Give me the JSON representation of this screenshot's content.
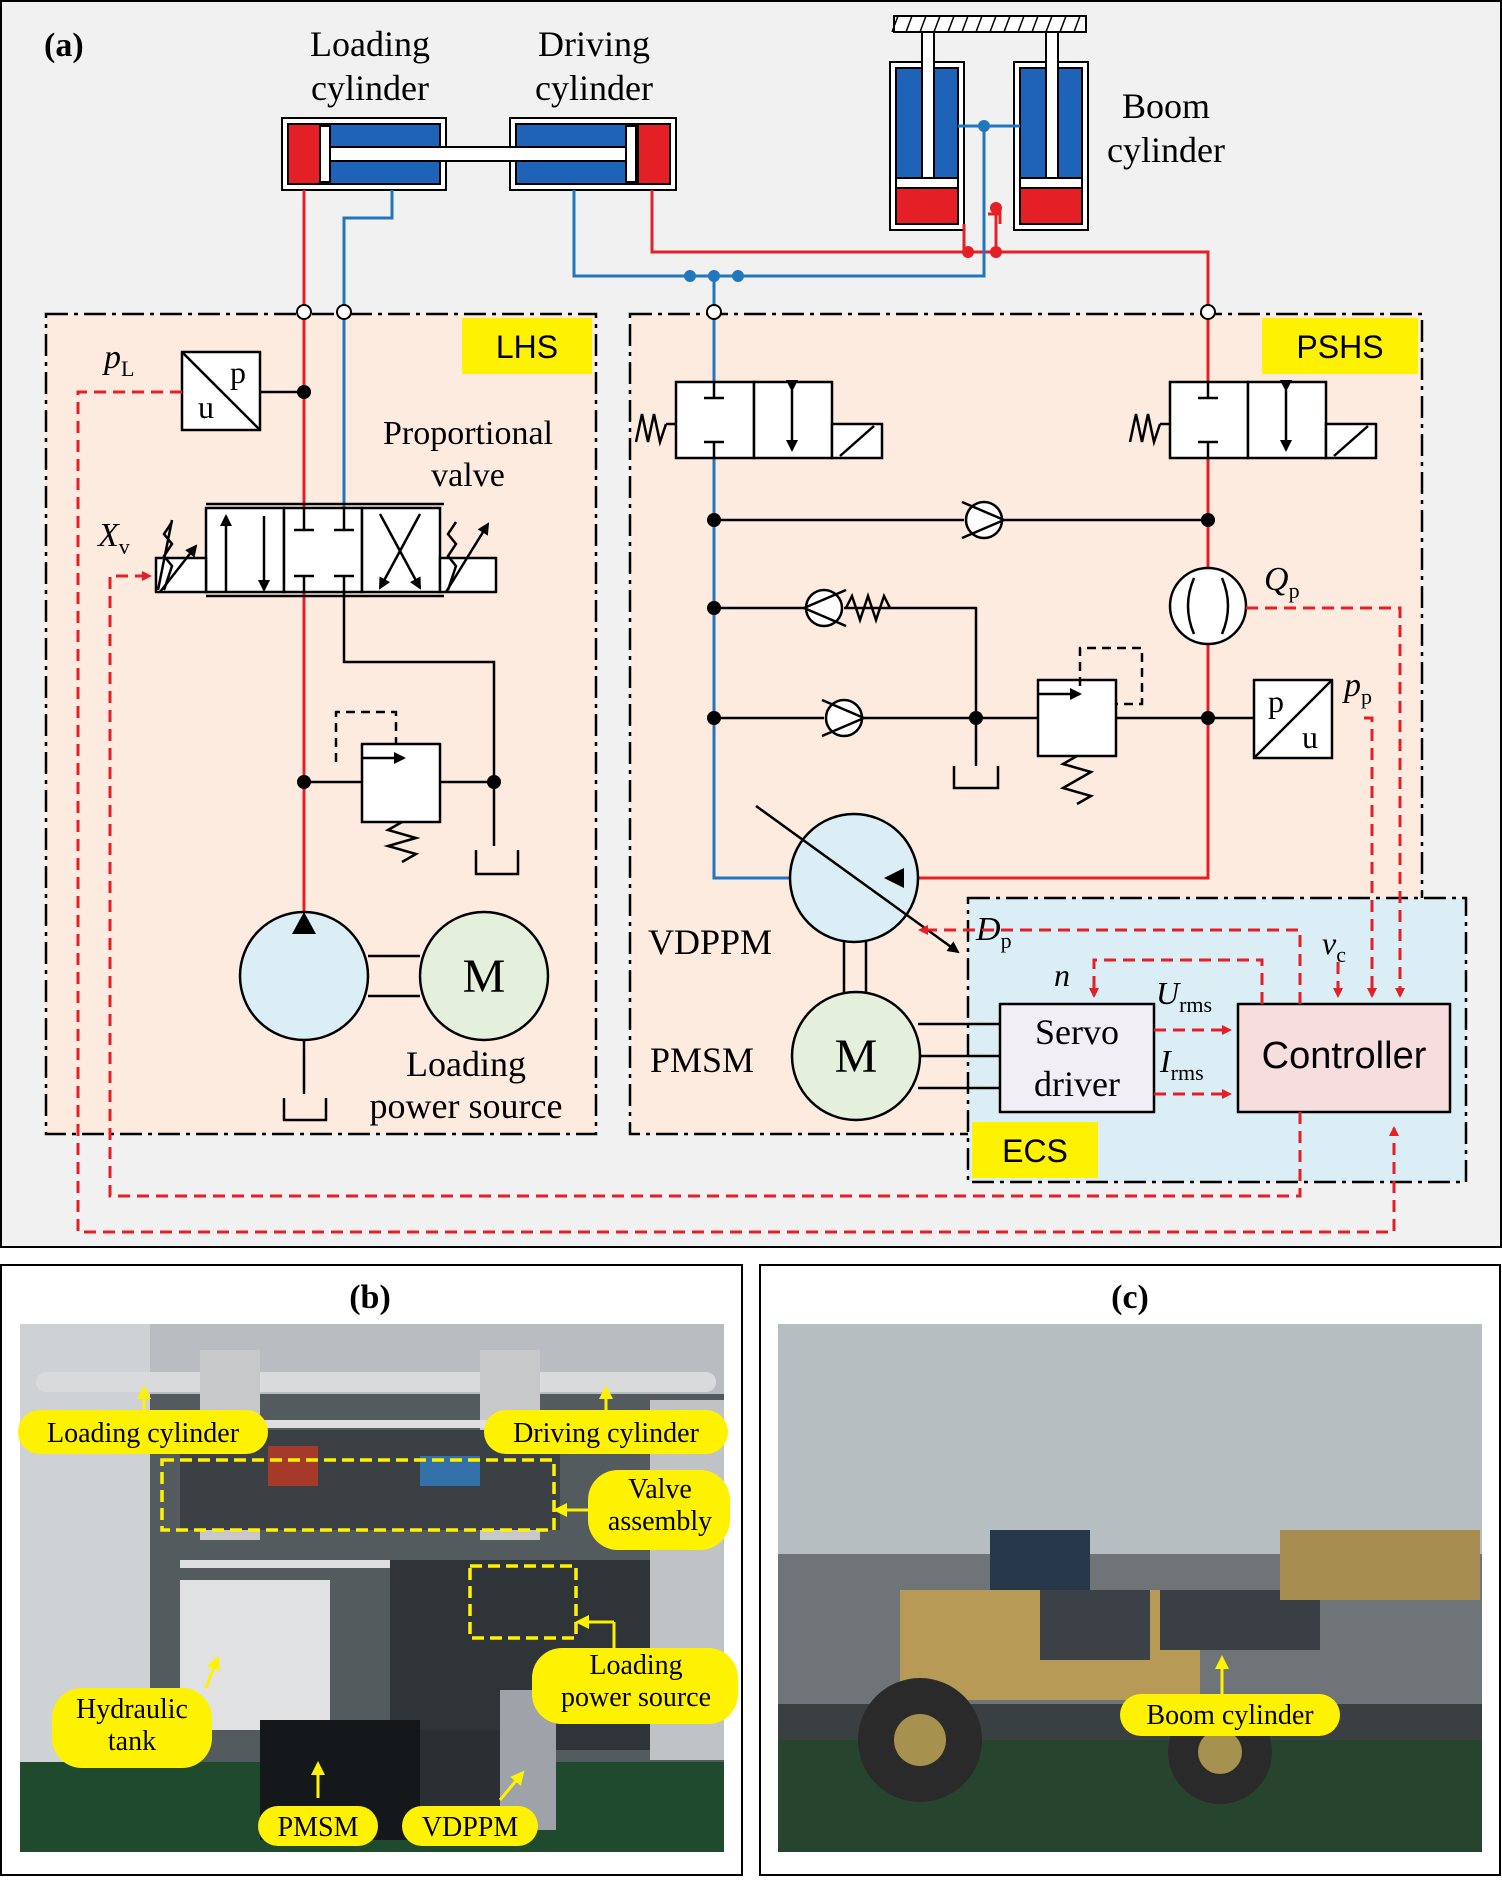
{
  "panel_a": {
    "label": "(a)",
    "loading_cylinder": [
      "Loading",
      "cylinder"
    ],
    "driving_cylinder": [
      "Driving",
      "cylinder"
    ],
    "boom_cylinder": [
      "Boom",
      "cylinder"
    ],
    "lhs_tag": "LHS",
    "pshs_tag": "PSHS",
    "ecs_tag": "ECS",
    "proportional_valve": [
      "Proportional",
      "valve"
    ],
    "loading_power_source": [
      "Loading",
      "power source"
    ],
    "vdppm": "VDPPM",
    "pmsm": "PMSM",
    "motor_letter": "M",
    "servo_driver": [
      "Servo",
      "driver"
    ],
    "controller": "Controller",
    "sensor_p": "p",
    "sensor_u": "u",
    "signals": {
      "pL": {
        "main": "p",
        "sub": "L"
      },
      "Xv": {
        "main": "X",
        "sub": "v"
      },
      "Qp": {
        "main": "Q",
        "sub": "p"
      },
      "pp": {
        "main": "p",
        "sub": "p"
      },
      "Dp": {
        "main": "D",
        "sub": "p"
      },
      "n": {
        "main": "n"
      },
      "Urms": {
        "main": "U",
        "sub": "rms"
      },
      "Irms": {
        "main": "I",
        "sub": "rms"
      },
      "vc": {
        "main": "v",
        "sub": "c"
      }
    }
  },
  "panel_b": {
    "label": "(b)",
    "callouts": {
      "loading_cylinder": "Loading cylinder",
      "driving_cylinder": "Driving cylinder",
      "valve_assembly": [
        "Valve",
        "assembly"
      ],
      "hydraulic_tank": [
        "Hydraulic",
        "tank"
      ],
      "loading_power_source": [
        "Loading",
        "power source"
      ],
      "pmsm": "PMSM",
      "vdppm": "VDPPM"
    }
  },
  "panel_c": {
    "label": "(c)",
    "callouts": {
      "boom_cylinder": "Boom cylinder"
    }
  },
  "colors": {
    "pressure_line": "#e41f26",
    "return_line": "#2176c0",
    "hydraulic_blue": "#1f63b8",
    "zone_fill": "#fdebe0",
    "ecs_fill": "#dbeef6",
    "callout_yellow": "#fff200",
    "pump_fill": "#dbeef6",
    "motor_fill": "#e4efdc",
    "controller_fill": "#f6dede",
    "servo_fill": "#f1eef6"
  }
}
